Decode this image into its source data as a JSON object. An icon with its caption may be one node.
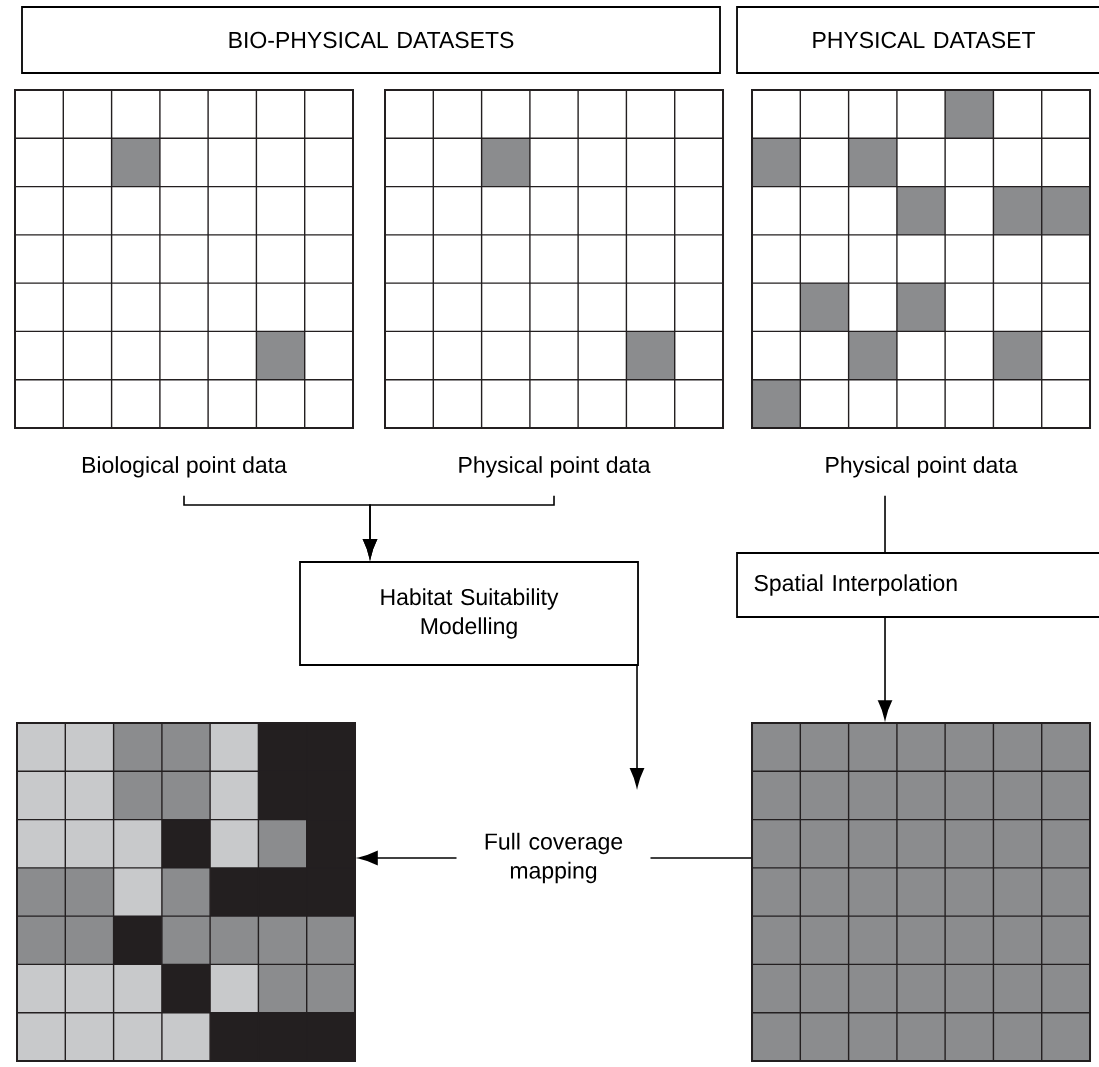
{
  "diagram": {
    "nodes": [
      {
        "text": [
          "BIO-PHYSICAL DATASETS"
        ]
      },
      {
        "text": [
          "PHYSICAL DATASET"
        ]
      },
      {
        "text": [],
        "shape": "grid",
        "beside": [
          "Biological point data"
        ]
      },
      {
        "text": [],
        "shape": "grid",
        "beside": [
          "Physical point data"
        ]
      },
      {
        "text": [],
        "shape": "grid",
        "beside": [
          "Physical point data"
        ]
      },
      {
        "text": [
          "Habitat Suitability Modelling"
        ]
      },
      {
        "text": [
          "Spatial Interpolation"
        ]
      },
      {
        "text": [],
        "shape": "grid"
      },
      {
        "text": [],
        "shape": "grid"
      }
    ],
    "edges": [
      {
        "from": 2,
        "to": 5,
        "arrow": "to"
      },
      {
        "from": 3,
        "to": 5,
        "arrow": "to"
      },
      {
        "from": 4,
        "to": 6,
        "arrow": "none"
      },
      {
        "from": 6,
        "to": 8,
        "arrow": "to"
      },
      {
        "from": 5,
        "to": null,
        "arrow": "to"
      },
      {
        "from": 8,
        "to": 7,
        "arrow": "to",
        "label": "Full coverage mapping"
      }
    ]
  }
}
